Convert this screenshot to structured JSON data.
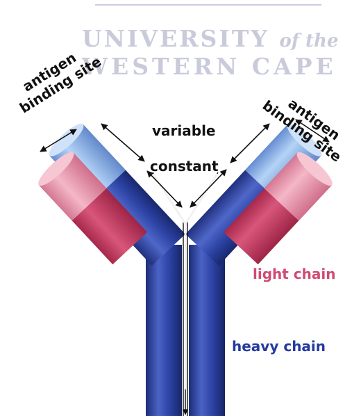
{
  "watermark": {
    "line1_main": "UNIVERSITY",
    "line1_italic": "of the",
    "line2": "WESTERN CAPE"
  },
  "labels": {
    "antigen_binding_site_left_line1": "antigen",
    "antigen_binding_site_left_line2": "binding site",
    "antigen_binding_site_right_line1": "antigen",
    "antigen_binding_site_right_line2": "binding site",
    "variable": "variable",
    "constant": "constant",
    "light_chain": "light chain",
    "heavy_chain": "heavy chain"
  },
  "colors": {
    "heavy_chain": "#2a3f9e",
    "heavy_variable": "#8fb6ea",
    "light_chain": "#c2375e",
    "light_variable": "#e89ab0",
    "label_light": "#d04a74",
    "label_heavy": "#253a9e"
  }
}
